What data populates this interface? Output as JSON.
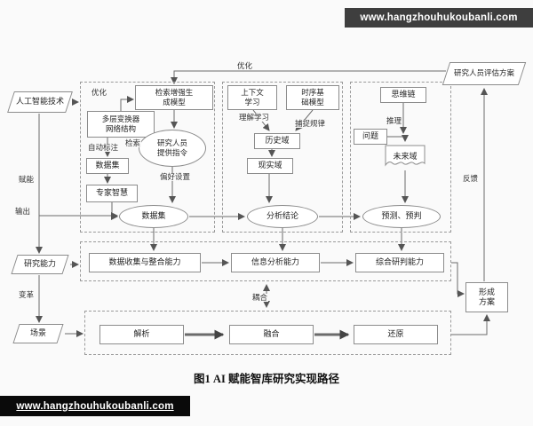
{
  "watermark_top": "www.hangzhouhukoubanli.com",
  "watermark_bottom": "www.hangzhouhukoubanli.com",
  "caption": "图1 AI 赋能智库研究实现路径",
  "nodes": {
    "ai_tech": "人工智能技术",
    "eval_plan": "研究人员评估方案",
    "rag": "检索增强生\n成模型",
    "transformer": "多层变换器\n网络结构",
    "dataset_small": "数据集",
    "instruction": "研究人员\n提供指令",
    "expert": "专家智慧",
    "dataset": "数据集",
    "icl": "上下文\n学习",
    "tsm": "时序基\n础模型",
    "history": "历史域",
    "reality": "现实域",
    "conclusion": "分析结论",
    "cot": "思维链",
    "question": "问题",
    "future": "未来域",
    "predict": "预测、预判",
    "cap_collect": "数据收集与整合能力",
    "cap_analyze": "信息分析能力",
    "cap_judge": "综合研判能力",
    "parse": "解析",
    "fuse": "融合",
    "restore": "还原",
    "form_plan": "形成\n方案",
    "research_cap": "研究能力",
    "scene": "场景"
  },
  "labels": {
    "optimize_top": "优化",
    "optimize_inner": "优化",
    "feedback": "反馈",
    "empower": "赋能",
    "output": "输出",
    "transform": "变革",
    "retrieve": "检索",
    "auto_label": "自动标注",
    "preference": "偏好设置",
    "understand": "理解学习",
    "capture": "捕捉规律",
    "reasoning": "推理",
    "coupling": "耦合"
  }
}
